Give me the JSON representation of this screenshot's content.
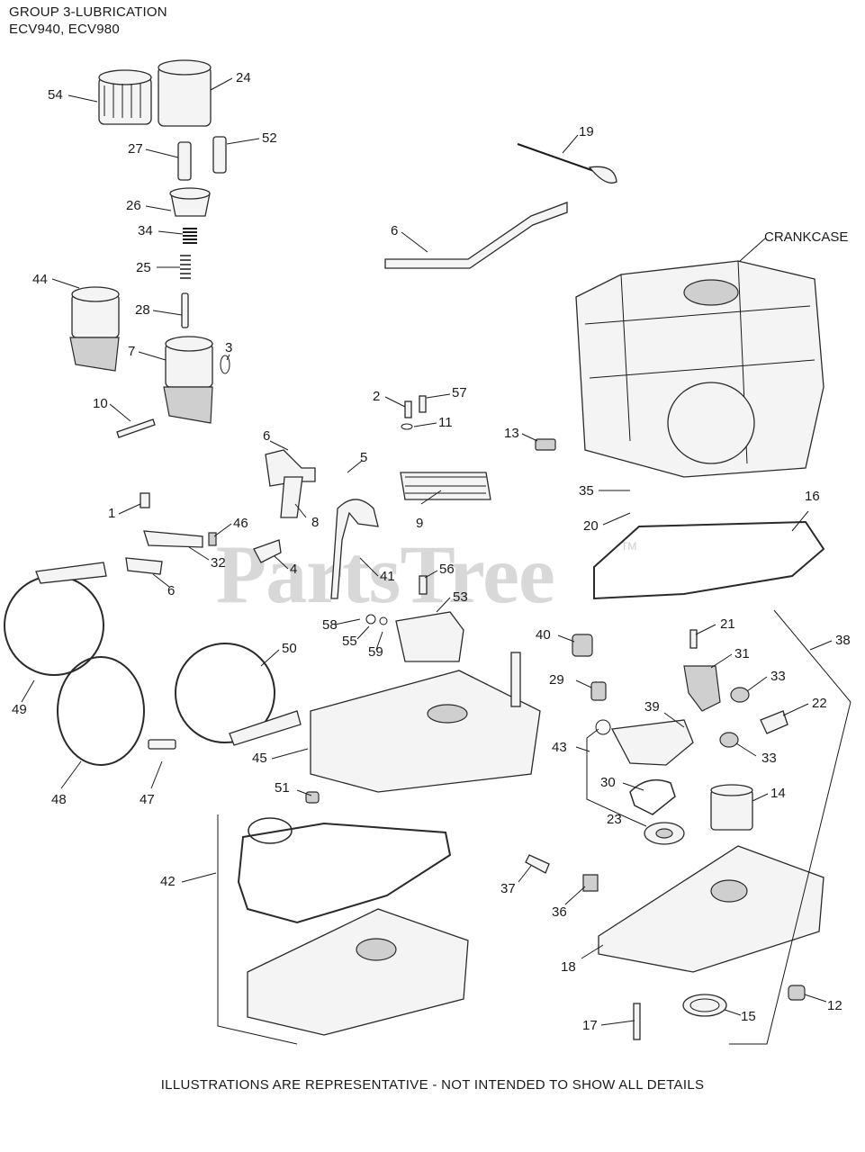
{
  "header": {
    "group_title": "GROUP 3-LUBRICATION",
    "models": "ECV940, ECV980"
  },
  "footer": {
    "note": "ILLUSTRATIONS ARE REPRESENTATIVE - NOT INTENDED TO SHOW ALL DETAILS"
  },
  "watermark": {
    "text": "PartsTree",
    "trademark": "TM"
  },
  "assembly_label": "CRANKCASE",
  "callouts": [
    "54",
    "24",
    "27",
    "52",
    "19",
    "26",
    "34",
    "6",
    "25",
    "44",
    "28",
    "7",
    "3",
    "2",
    "57",
    "11",
    "10",
    "13",
    "6",
    "5",
    "35",
    "16",
    "20",
    "1",
    "46",
    "8",
    "9",
    "32",
    "6",
    "4",
    "56",
    "41",
    "53",
    "58",
    "55",
    "59",
    "50",
    "49",
    "40",
    "21",
    "38",
    "31",
    "29",
    "33",
    "22",
    "39",
    "43",
    "33",
    "45",
    "48",
    "47",
    "51",
    "30",
    "14",
    "23",
    "42",
    "37",
    "36",
    "18",
    "12",
    "17",
    "15"
  ],
  "colors": {
    "ink": "#1a1a1a",
    "part_fill": "#f4f4f4",
    "part_shade": "#cfcfcf",
    "watermark": "#d2d2d2"
  }
}
